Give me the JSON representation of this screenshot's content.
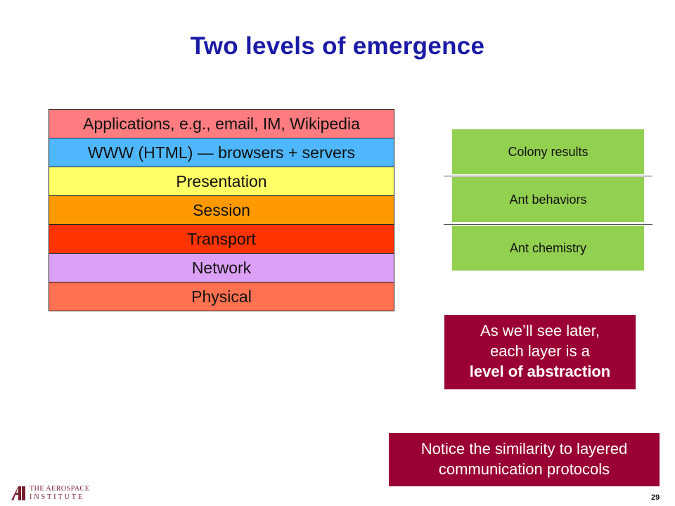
{
  "slide": {
    "title": "Two levels of emergence",
    "page_number": "29"
  },
  "layers": [
    {
      "label": "Applications, e.g., email, IM, Wikipedia",
      "color": "#ff7c80"
    },
    {
      "label": "WWW (HTML) — browsers + servers",
      "color": "#4fb7ff"
    },
    {
      "label": "Presentation",
      "color": "#ffff66"
    },
    {
      "label": "Session",
      "color": "#ff9900"
    },
    {
      "label": "Transport",
      "color": "#ff3300"
    },
    {
      "label": "Network",
      "color": "#dda0f7"
    },
    {
      "label": "Physical",
      "color": "#ff7150"
    }
  ],
  "ant_levels": [
    {
      "label": "Colony results",
      "color": "#92d050"
    },
    {
      "label": "Ant behaviors",
      "color": "#92d050"
    },
    {
      "label": "Ant chemistry",
      "color": "#92d050"
    }
  ],
  "callouts": {
    "abstraction_line1": "As we’ll see later,",
    "abstraction_line2": "each layer is a",
    "abstraction_line3": "level of abstraction",
    "similarity_line1": "Notice the similarity to layered",
    "similarity_line2": "communication protocols",
    "color": "#9b0034"
  },
  "logo": {
    "line1": "THE AEROSPACE",
    "line2": "INSTITUTE",
    "icon": "aerospace-A-logo",
    "color": "#7a1f2e"
  }
}
